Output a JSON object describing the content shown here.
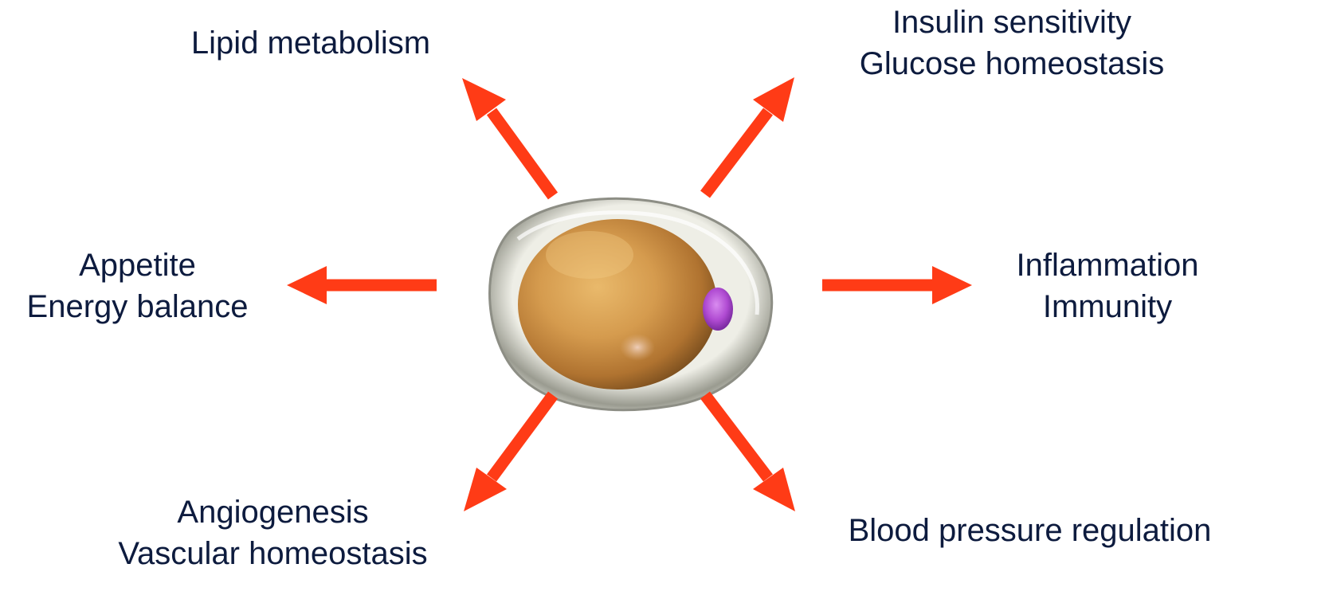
{
  "colors": {
    "arrow": "#ff3b16",
    "text": "#0d1b3e",
    "cell_body": "#d2a05a",
    "cell_membrane": "#c9cbc2",
    "nucleus": "#b64fd6"
  },
  "center": {
    "icon": "adipocyte-cell-icon"
  },
  "labels": {
    "lipid": {
      "line1": "Lipid metabolism"
    },
    "insulin": {
      "line1": "Insulin sensitivity",
      "line2": "Glucose homeostasis"
    },
    "appetite": {
      "line1": "Appetite",
      "line2": "Energy balance"
    },
    "inflammation": {
      "line1": "Inflammation",
      "line2": "Immunity"
    },
    "angiogenesis": {
      "line1": "Angiogenesis",
      "line2": "Vascular homeostasis"
    },
    "blood_pressure": {
      "line1": "Blood pressure regulation"
    }
  }
}
